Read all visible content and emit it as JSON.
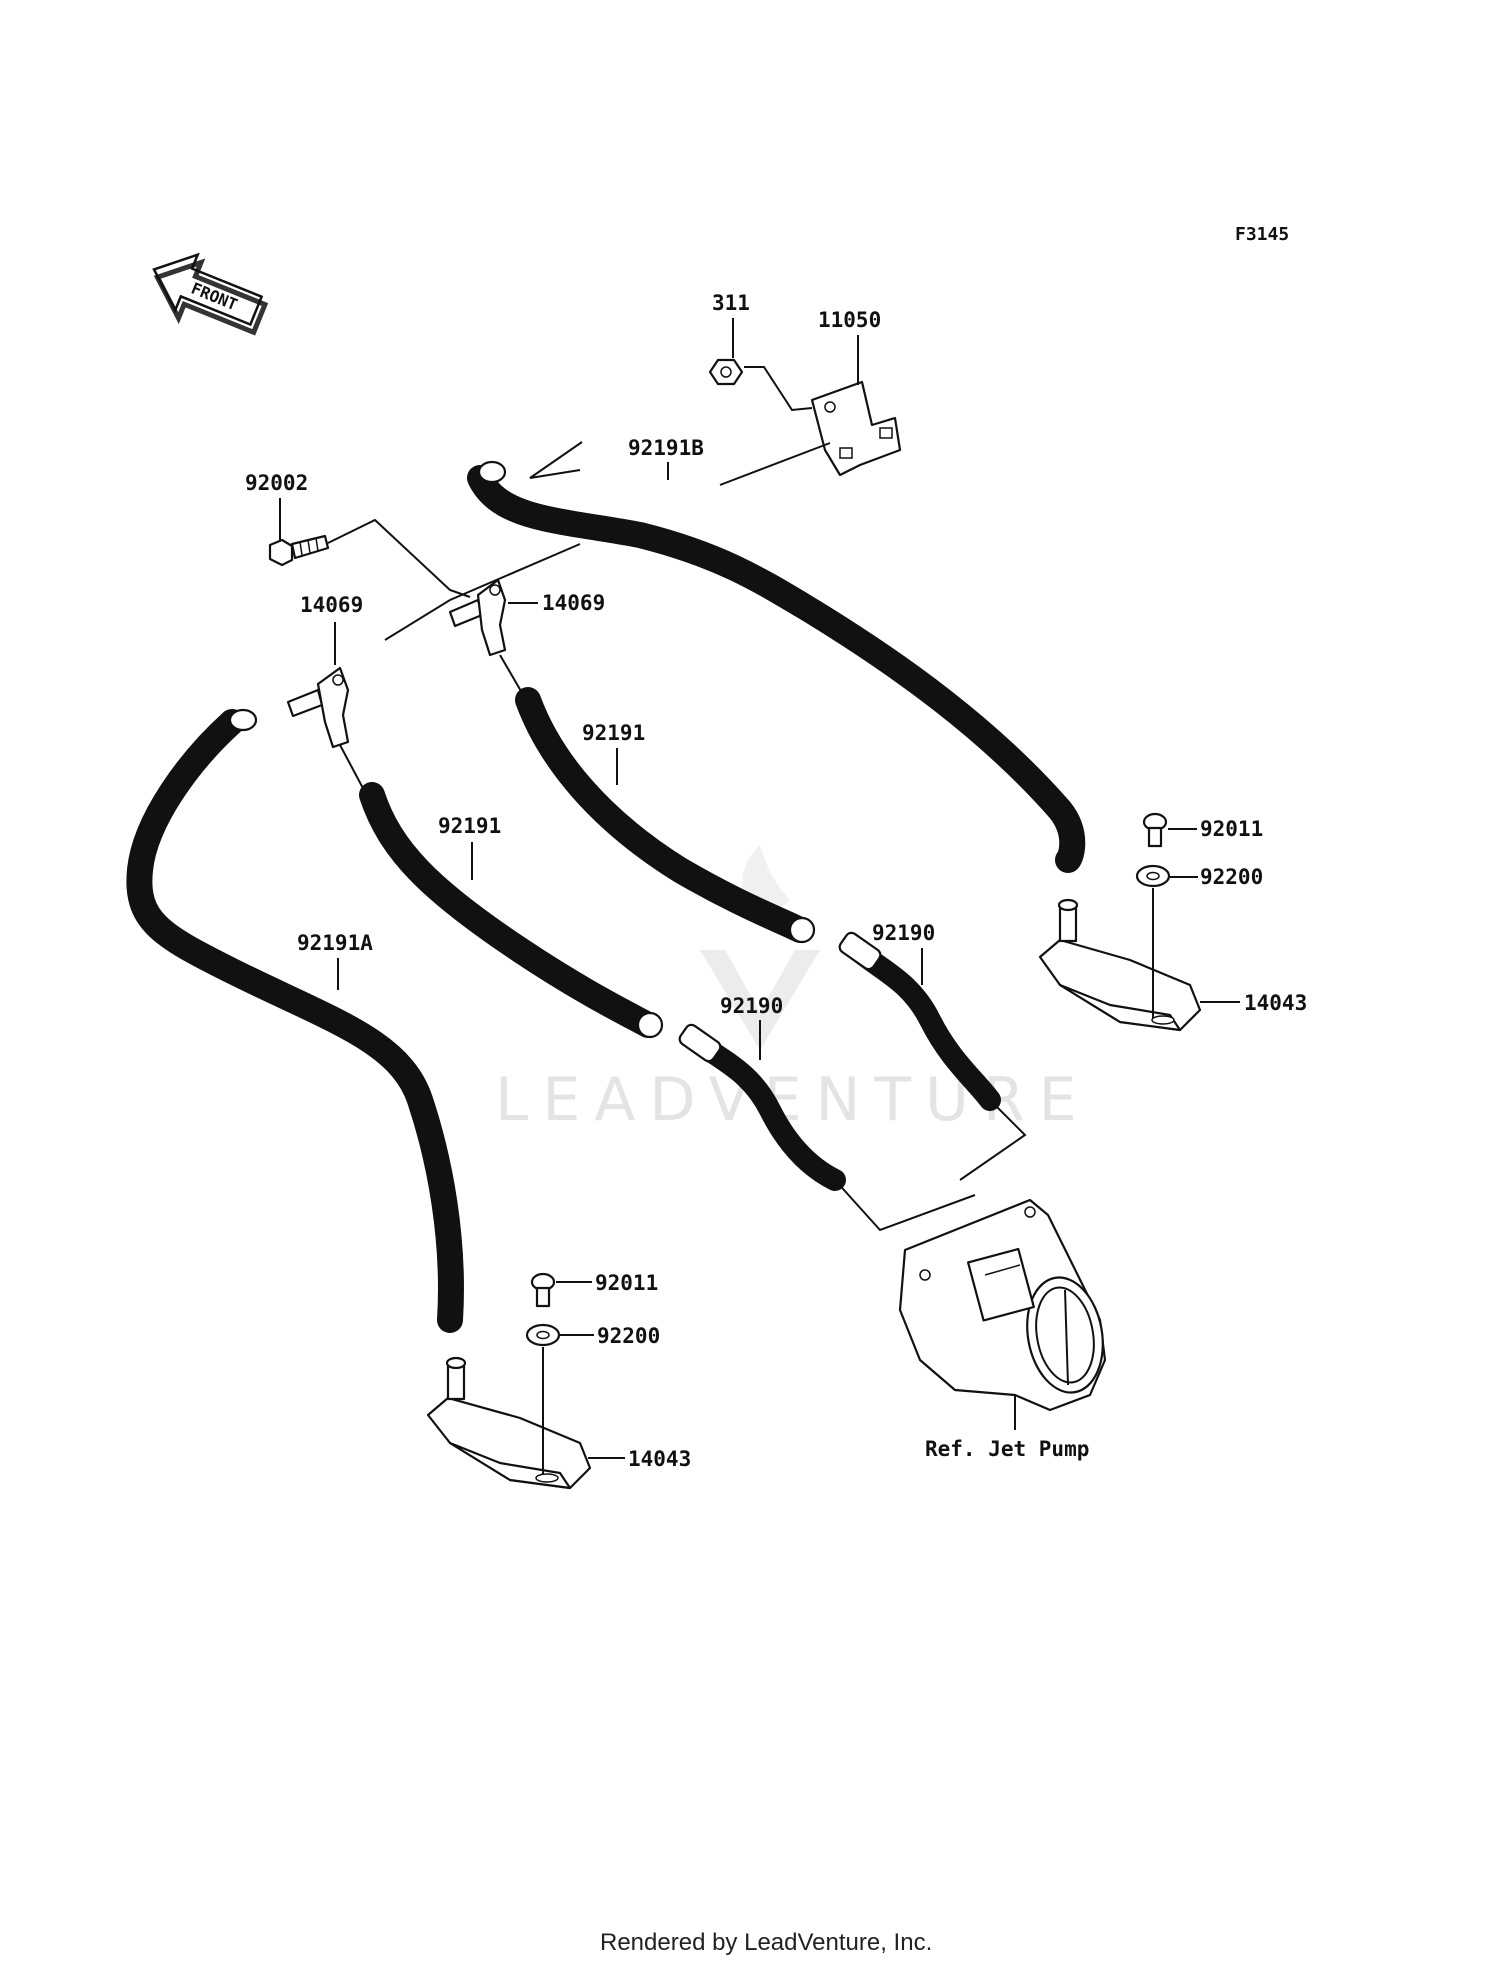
{
  "figure_code": "F3145",
  "front_marker": "FRONT",
  "watermark": "LEADVENTURE",
  "footer": "Rendered by LeadVenture, Inc.",
  "parts": {
    "nut": "311",
    "bracket": "11050",
    "hose_b": "92191B",
    "bolt_92002": "92002",
    "fitting_right": "14069",
    "fitting_left": "14069",
    "hose_upper": "92191",
    "hose_lower": "92191",
    "hose_a": "92191A",
    "tube_right": "92190",
    "tube_left": "92190",
    "bolt_right": "92011",
    "washer_right": "92200",
    "filter_right": "14043",
    "bolt_left": "92011",
    "washer_left": "92200",
    "filter_left": "14043",
    "jet_pump": "Ref. Jet Pump"
  }
}
